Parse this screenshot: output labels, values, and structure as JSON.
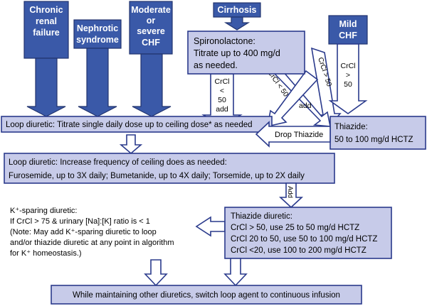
{
  "nodes": {
    "chronic_renal_failure": "Chronic renal failure",
    "nephrotic_syndrome": "Nephrotic syndrome",
    "moderate_severe_chf": "Moderate or severe CHF",
    "cirrhosis": "Cirrhosis",
    "mild_chf": "Mild CHF",
    "spironolactone": [
      "Spironolactone:",
      "Titrate up to 400 mg/d",
      "as needed."
    ],
    "loop_single": "Loop diuretic: Titrate single daily dose up to ceiling dose* as needed",
    "thiazide": [
      "Thiazide:",
      "50 to 100 mg/d HCTZ"
    ],
    "loop_increase": [
      "Loop diuretic: Increase frequency of ceiling does as needed:",
      "Furosemide, up to 3X daily; Bumetanide, up to 4X daily; Torsemide, up to 2X daily"
    ],
    "k_sparing": [
      "K⁺-sparing diuretic:",
      "If CrCl > 75 & urinary [Na]:[K] ratio is < 1",
      "(Note: May add K⁺-sparing diuretic to loop",
      "and/or thiazide diuretic at any point in algorithm",
      "for K⁺ homeostasis.)"
    ],
    "thiazide_diuretic": [
      "Thiazide diuretic:",
      "CrCl > 50, use 25 to 50 mg/d HCTZ",
      "CrCl 20 to 50, use 50 to 100 mg/d HCTZ",
      "CrCl <20, use 100 to 200 mg/d HCTZ"
    ],
    "continuous": "While maintaining other diuretics, switch loop agent to continuous infusion"
  },
  "arrow_labels": {
    "crcl_lt_50_add": [
      "CrCl",
      "<",
      "50",
      "add"
    ],
    "crcl_gt_50_diag": "CrCl > 50",
    "crcl_lt_50_diag": "CrCl < 50",
    "add_diag": "add",
    "crcl_gt_50_mild": [
      "CrCl",
      ">",
      "50"
    ],
    "drop_thiazide": "Drop Thiazide",
    "add_vertical": "Add"
  }
}
